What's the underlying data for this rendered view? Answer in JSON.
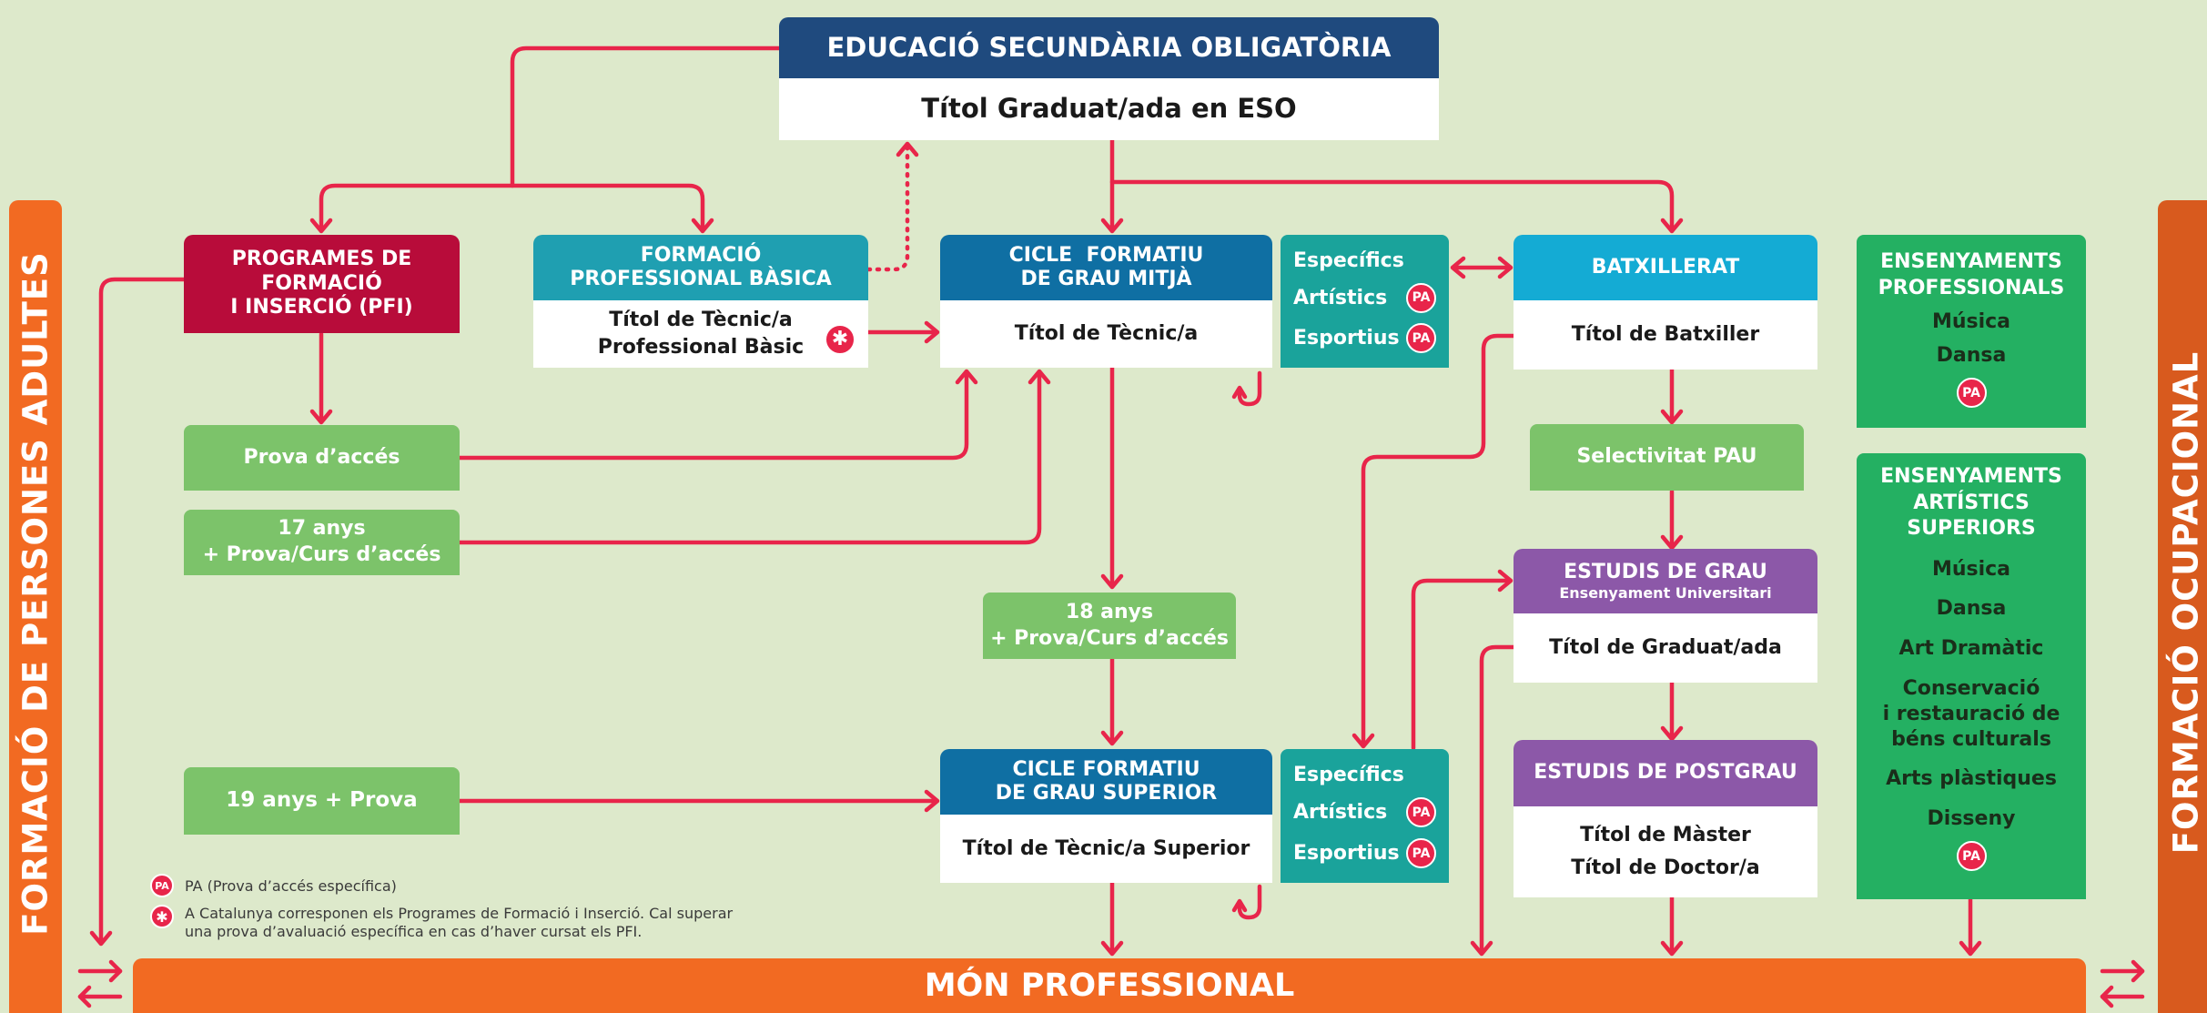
{
  "eso": {
    "title": "EDUCACIÓ SECUNDÀRIA OBLIGATÒRIA",
    "diploma": "Títol Graduat/ada en ESO"
  },
  "pfi": {
    "title_lines": [
      "PROGRAMES DE",
      "FORMACIÓ",
      "I INSERCIÓ (PFI)"
    ]
  },
  "fpb": {
    "title_lines": [
      "FORMACIÓ",
      "PROFESSIONAL BÀSICA"
    ],
    "diploma_lines": [
      "Títol de Tècnic/a",
      "Professional Bàsic"
    ]
  },
  "cgm": {
    "title_lines": [
      "CICLE  FORMATIU",
      "DE GRAU MITJÀ"
    ],
    "diploma": "Títol de Tècnic/a"
  },
  "especifics_mitja": {
    "items": [
      "Específics",
      "Artístics",
      "Esportius"
    ]
  },
  "batx": {
    "title": "BATXILLERAT",
    "diploma": "Títol de Batxiller"
  },
  "ens_prof": {
    "title_lines": [
      "ENSENYAMENTS",
      "PROFESSIONALS"
    ],
    "items": [
      "Música",
      "Dansa"
    ]
  },
  "ens_art": {
    "title_lines": [
      "ENSENYAMENTS",
      "ARTÍSTICS",
      "SUPERIORS"
    ],
    "items": [
      "Música",
      "Dansa",
      "Art Dramàtic",
      "Conservació\ni restauració de\nbéns culturals",
      "Arts plàstiques",
      "Disseny"
    ]
  },
  "prova_acces": "Prova d’accés",
  "anys17": {
    "lines": [
      "17 anys",
      "+ Prova/Curs d’accés"
    ]
  },
  "anys18": {
    "lines": [
      "18 anys",
      "+ Prova/Curs d’accés"
    ]
  },
  "anys19": "19 anys + Prova",
  "selectivitat": "Selectivitat PAU",
  "grau": {
    "title": "ESTUDIS DE GRAU",
    "subtitle": "Ensenyament Universitari",
    "diploma": "Títol de Graduat/ada"
  },
  "cgs": {
    "title_lines": [
      "CICLE FORMATIU",
      "DE GRAU SUPERIOR"
    ],
    "diploma": "Títol de Tècnic/a Superior"
  },
  "especifics_sup": {
    "items": [
      "Específics",
      "Artístics",
      "Esportius"
    ]
  },
  "postgrau": {
    "title": "ESTUDIS DE POSTGRAU",
    "diplomas": [
      "Títol de Màster",
      "Títol de Doctor/a"
    ]
  },
  "mon_professional": "MÓN PROFESSIONAL",
  "side_left": "FORMACIÓ DE PERSONES ADULTES",
  "side_right": "FORMACIÓ OCUPACIONAL",
  "badge_pa": "PA",
  "badge_star": "✱",
  "legend": {
    "pa_text": "PA (Prova d’accés específica)",
    "star_lines": [
      "A Catalunya corresponen els Programes de Formació i Inserció. Cal superar",
      "una prova d’avaluació específica en cas d’haver cursat els PFI."
    ]
  },
  "colors": {
    "background": "#dde9cb",
    "arrow": "#e8254a",
    "navy": "#1f4a7e",
    "crimson": "#b80c3a",
    "teal": "#1f9fb1",
    "blue": "#0f6fa3",
    "cyan": "#14abd4",
    "purple": "#8c58a8",
    "light_green": "#7cc36a",
    "dark_green": "#24b062",
    "orange": "#f26a22"
  }
}
